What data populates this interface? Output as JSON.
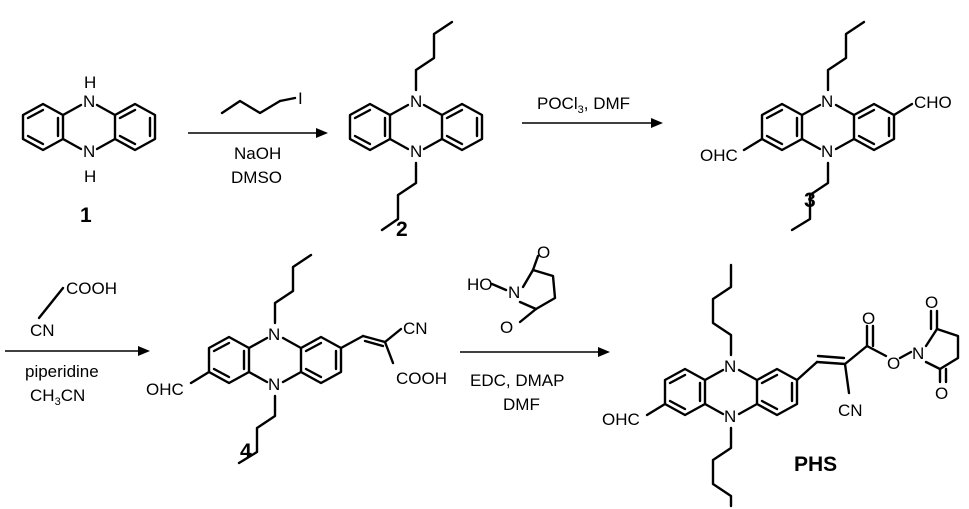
{
  "compounds": {
    "c1": "1",
    "c2": "2",
    "c3": "3",
    "c4": "4",
    "phs": "PHS"
  },
  "atoms": {
    "H": "H",
    "N": "N",
    "I": "I",
    "O": "O",
    "OHC": "OHC",
    "CHO": "CHO",
    "CN": "CN",
    "COOH": "COOH",
    "HO": "HO"
  },
  "reagents": {
    "step1": [
      "NaOH",
      "DMSO"
    ],
    "step2_main": "POCl",
    "step2_sub": "3",
    "step2_tail": ", DMF",
    "step3": [
      "piperidine"
    ],
    "step3_ch3cn": [
      "CH",
      "3",
      "CN"
    ],
    "step4": [
      "EDC, DMAP",
      "DMF"
    ]
  }
}
